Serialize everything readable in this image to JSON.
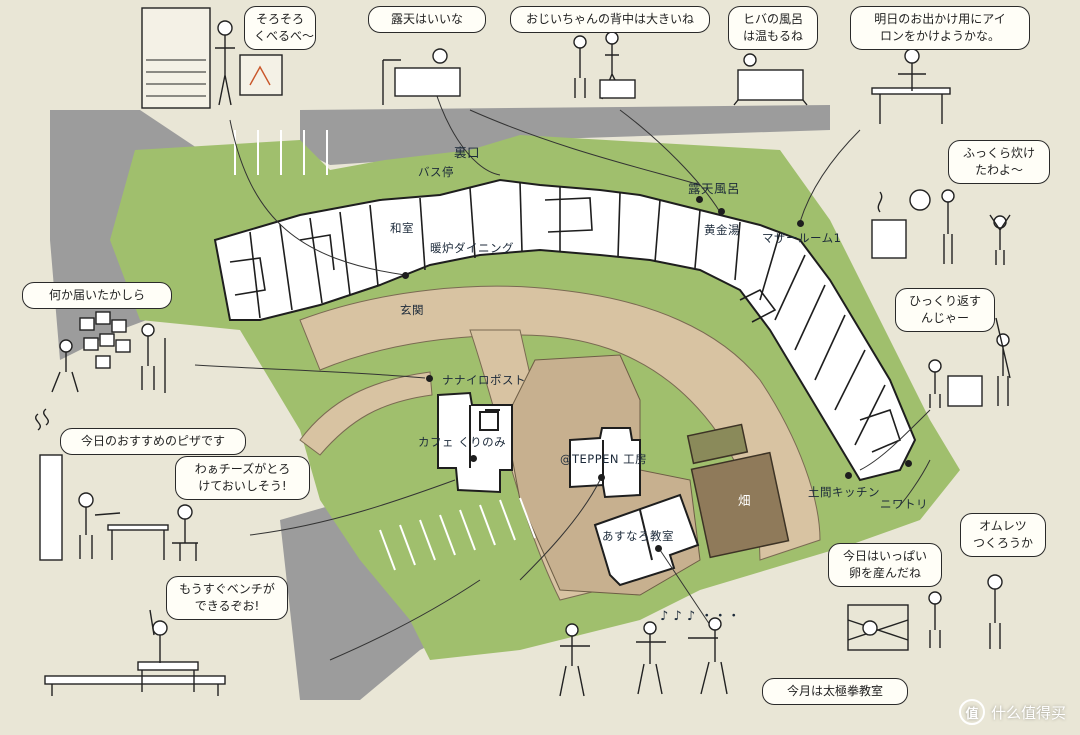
{
  "bubbles": {
    "firewood": "そろそろ\nくべるべ～",
    "outdoor_bath": "露天はいいな",
    "grandpa_back": "おじいちゃんの背中は大きいね",
    "hiba_bath": "ヒバの風呂\nは温もるね",
    "ironing": "明日のお出かけ用にアイ\nロンをかけようかな。",
    "fluffy": "ふっくら炊け\nたわよ～",
    "mail": "何か届いたかしら",
    "compost": "ひっくり返す\nんじゃー",
    "pizza_recommend": "今日のおすすめのピザです",
    "cheese": "わぁチーズがとろ\nけておいしそう!",
    "omelette": "オムレツ\nつくろうか",
    "eggs": "今日はいっぱい\n卵を産んだね",
    "bench": "もうすぐベンチが\nできるぞお!",
    "music_notes": "♪ ♪ ♪ ・・・",
    "taichi": "今月は太極拳教室"
  },
  "labels": {
    "back_entrance": "裏口",
    "bus_stop": "バス停",
    "washitsu": "和室",
    "danro_dining": "暖炉ダイニング",
    "genkan": "玄関",
    "rotenburo": "露天風呂",
    "kogane_yu": "黄金湯",
    "mother_room": "マザールーム1",
    "nanairo_post": "ナナイロポスト",
    "cafe": "カフェ くりのみ",
    "teppen": "@TEPPEN 工房",
    "hatake": "畑",
    "doma_kitchen": "土間キッチン",
    "niwatori": "ニワトリ",
    "asunaro": "あすなろ教室"
  },
  "watermark": {
    "icon": "值",
    "text": "什么值得买"
  },
  "colors": {
    "lawn": "#9fbf6c",
    "path": "#d6c2a3",
    "courtyard": "#c9b392",
    "road": "#9a9a9a",
    "building": "#ffffff",
    "background": "#e9e6d6"
  }
}
